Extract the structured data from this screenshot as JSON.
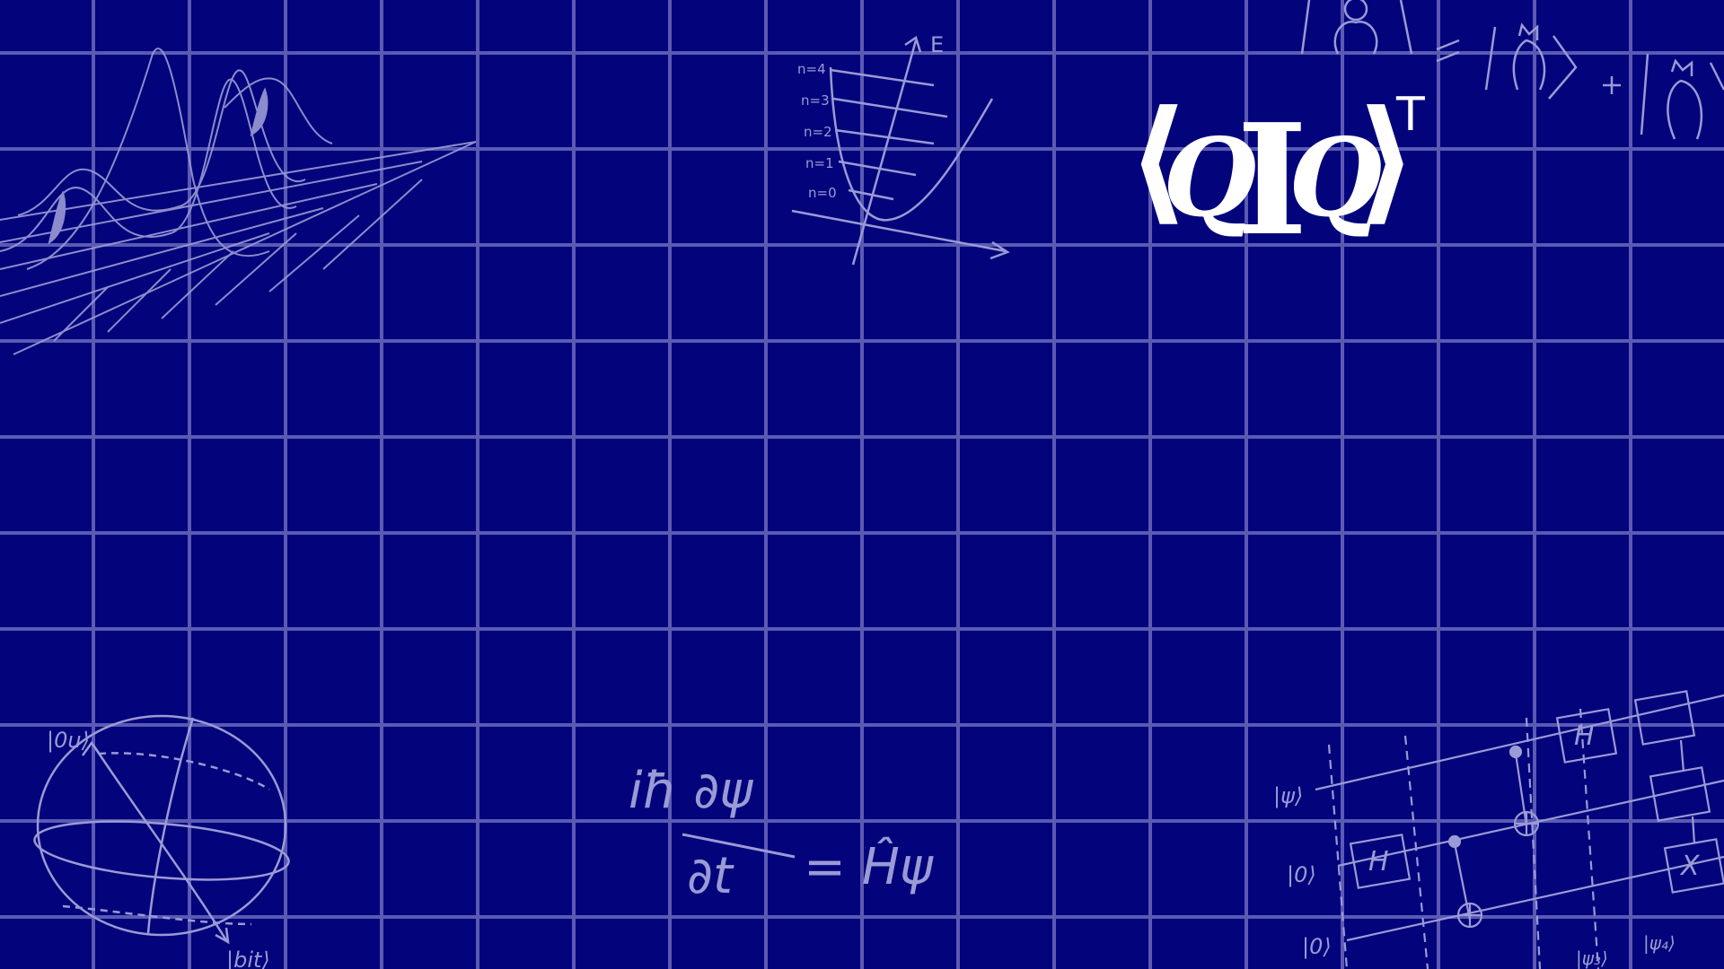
{
  "colors": {
    "background": "#03037b",
    "grid_line": "#5a5ab4",
    "sketch_line": "#9a9ad6",
    "logo": "#ffffff"
  },
  "logo": {
    "left_bracket": "⟨",
    "q1": "Q",
    "bar": "I",
    "q2": "Q",
    "right_bracket": "⟩",
    "superscript": "T"
  },
  "sketches": {
    "energy_axis_label": "E",
    "level_labels": [
      "n=4",
      "n=3",
      "n=2",
      "n=1",
      "n=0"
    ],
    "schrodinger": {
      "lhs_top": "iħ ∂ψ",
      "lhs_bottom": "∂t",
      "rhs": "= Ĥψ"
    },
    "bloch": {
      "top_label": "|0u⟩",
      "bottom_label": "|bit⟩"
    },
    "circuit": {
      "inputs": [
        "|ψ⟩",
        "|0⟩",
        "|0⟩"
      ],
      "gate_h": "H",
      "gate_x": "X",
      "outputs": [
        "|ψ₃⟩",
        "|ψ₄⟩"
      ]
    }
  }
}
